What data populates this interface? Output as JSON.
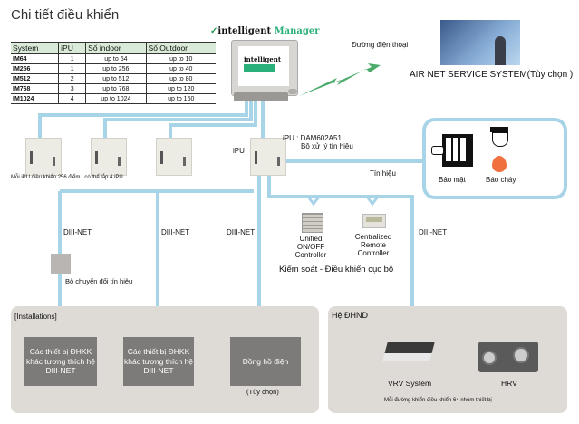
{
  "title": "Chi tiết điều khiển",
  "spec_table": {
    "headers": [
      "System",
      "iPU",
      "Số indoor",
      "Số Outdoor"
    ],
    "rows": [
      [
        "IM64",
        "1",
        "up to 64",
        "up to 10"
      ],
      [
        "IM256",
        "1",
        "up to 256",
        "up to 40"
      ],
      [
        "IM512",
        "2",
        "up to 512",
        "up to 80"
      ],
      [
        "IM768",
        "3",
        "up to 768",
        "up to 120"
      ],
      [
        "IM1024",
        "4",
        "up to 1024",
        "up to 160"
      ]
    ]
  },
  "intelligent_manager": {
    "logo_part1": "intelligent",
    "logo_part2": "Manager",
    "screen_line1": "intelligent",
    "screen_line2": "Manager"
  },
  "phone_line_label": "Đường điện thoại",
  "air_net_label": "AIR NET SERVICE SYSTEM(Tùy chọn   )",
  "ipu_note": "Mỗi iPU điều khiển 256 điểm , có thể lắp 4 iPU",
  "ipu_label": "iPU",
  "ipu_model": "iPU : DAM602A51",
  "ipu_desc": "Bộ xử lý tín hiệu",
  "signal_label": "Tín hiệu",
  "security": {
    "label": "Bảo mật"
  },
  "fire_alarm": {
    "label": "Báo cháy"
  },
  "dnet_labels": [
    "DIII-NET",
    "DIII-NET",
    "DIII-NET",
    "DIII-NET"
  ],
  "controllers": {
    "unified": "Unified ON/OFF Controller",
    "centralized": "Centralized Remote Controller",
    "caption": "Kiểm soát - Điều khiển cục bộ"
  },
  "converter_label": "Bộ chuyển đổi tín hiệu",
  "installations": {
    "title": "[Installations]",
    "boxes": [
      "Các thiết bị ĐHKK khác tương thích hệ DIII-NET",
      "Các thiết bị ĐHKK khác tương thích hệ DIII-NET",
      "Đồng hồ điện"
    ],
    "optional": "(Tùy chọn)"
  },
  "hvac": {
    "title": "Hệ ĐHND",
    "vrv": "VRV System",
    "hrv": "HRV",
    "note": "Mỗi đường khiển điều khiển 64 nhóm thiết bị"
  },
  "colors": {
    "line": "#a8d4e8",
    "panel": "#dedad6",
    "device_box": "#7c7b79",
    "logo_green": "#2a9a56"
  }
}
